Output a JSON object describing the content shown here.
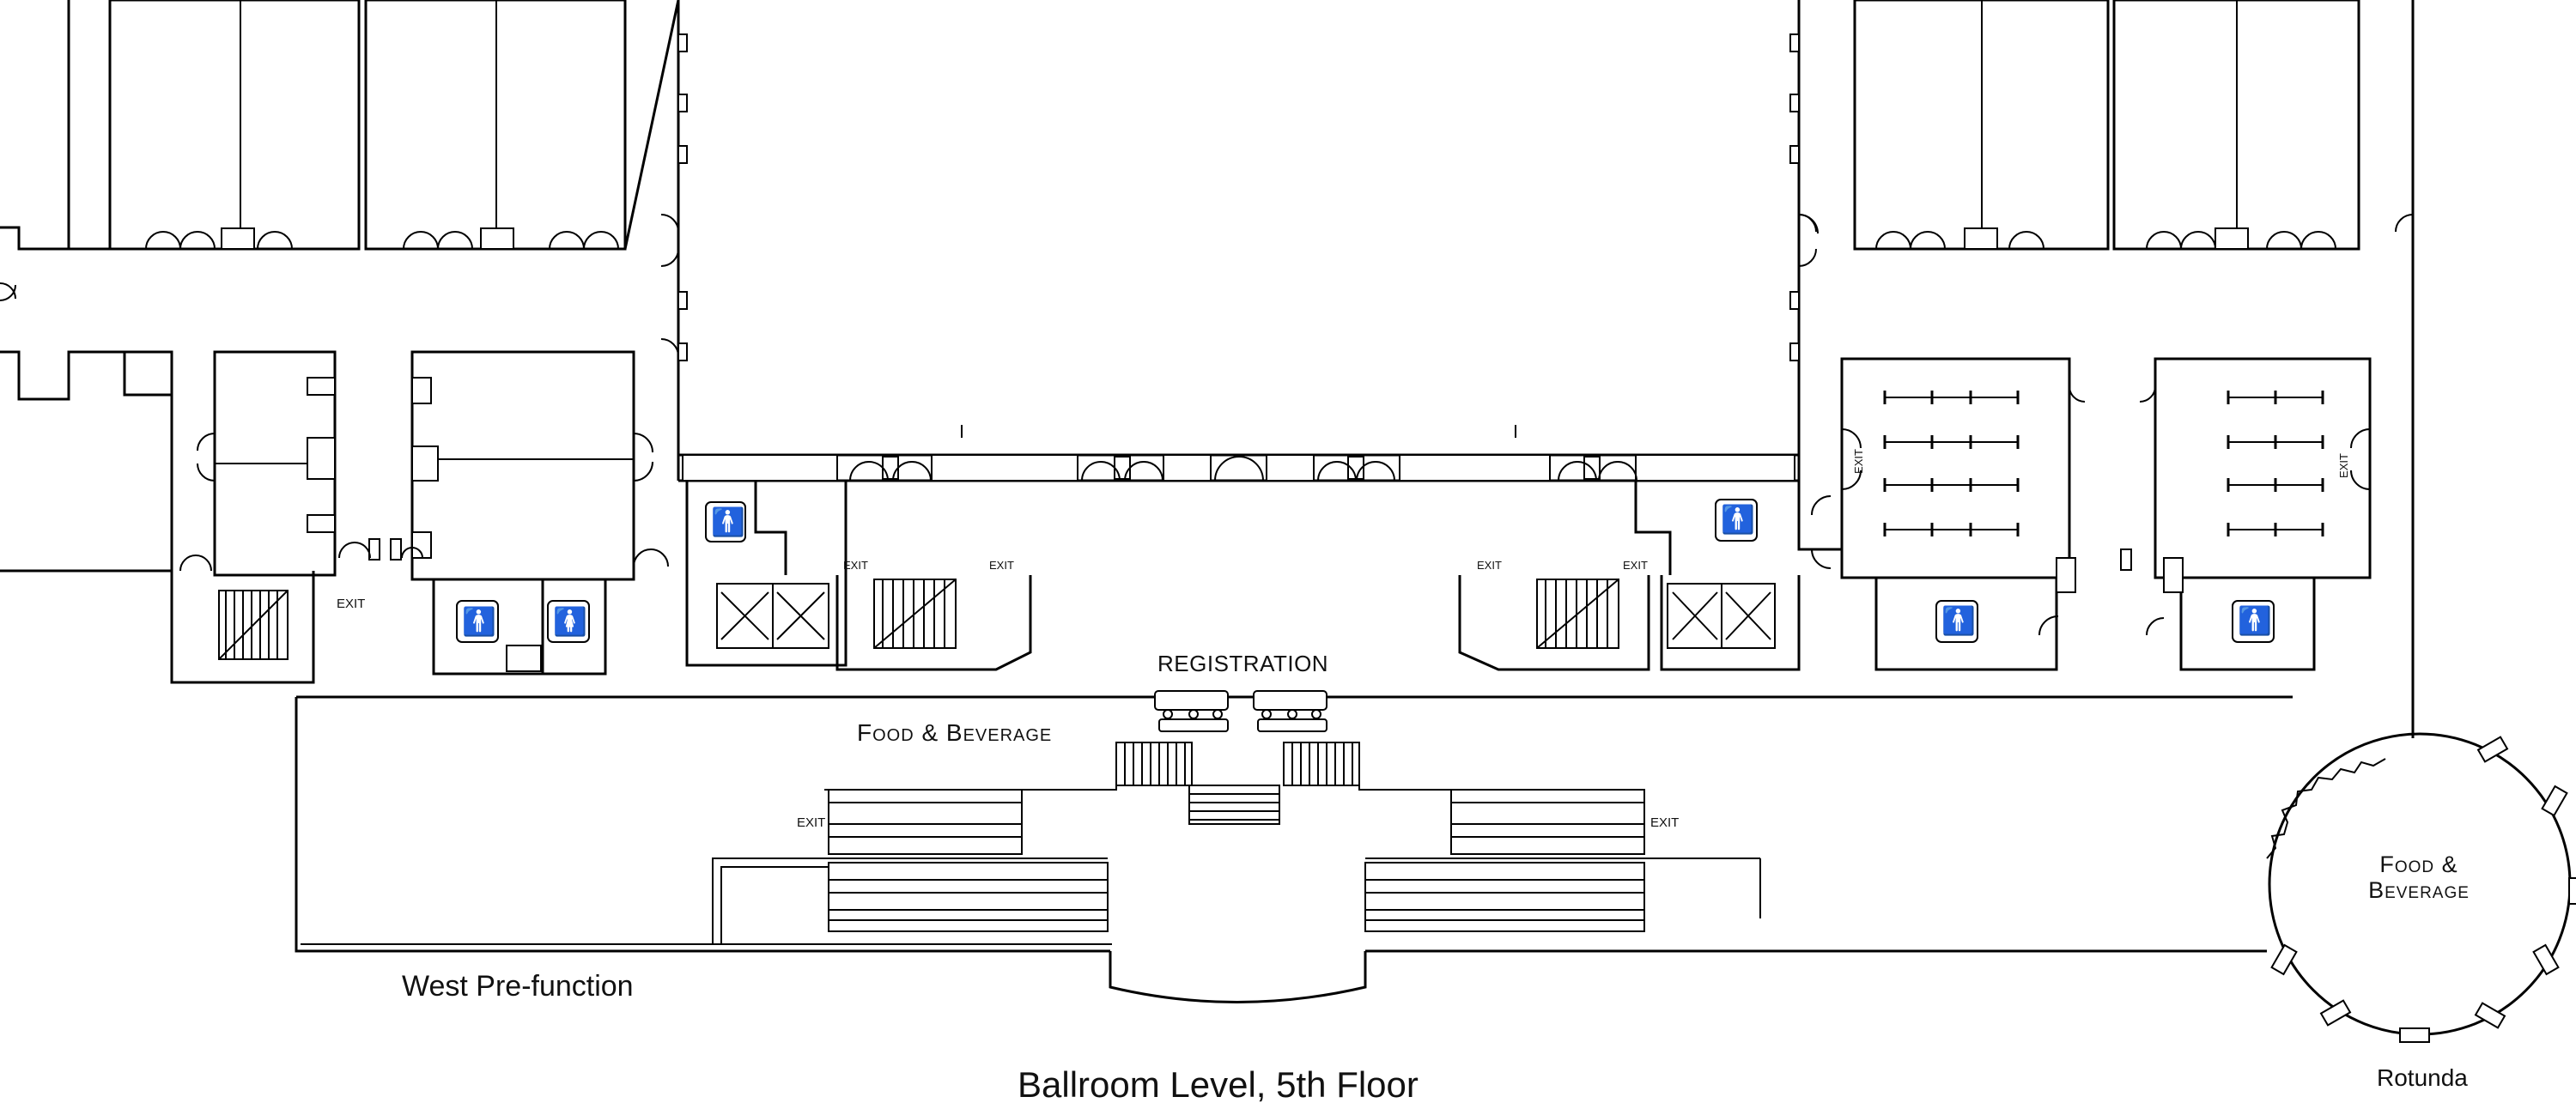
{
  "plan": {
    "title": "Ballroom Level, 5th Floor",
    "labels": {
      "registration": "REGISTRATION",
      "food_beverage_west": "Food & Beverage",
      "food_beverage_rotunda_1": "Food &",
      "food_beverage_rotunda_2": "Beverage",
      "west_prefunction": "West Pre-function",
      "rotunda": "Rotunda",
      "exit": "EXIT"
    }
  }
}
